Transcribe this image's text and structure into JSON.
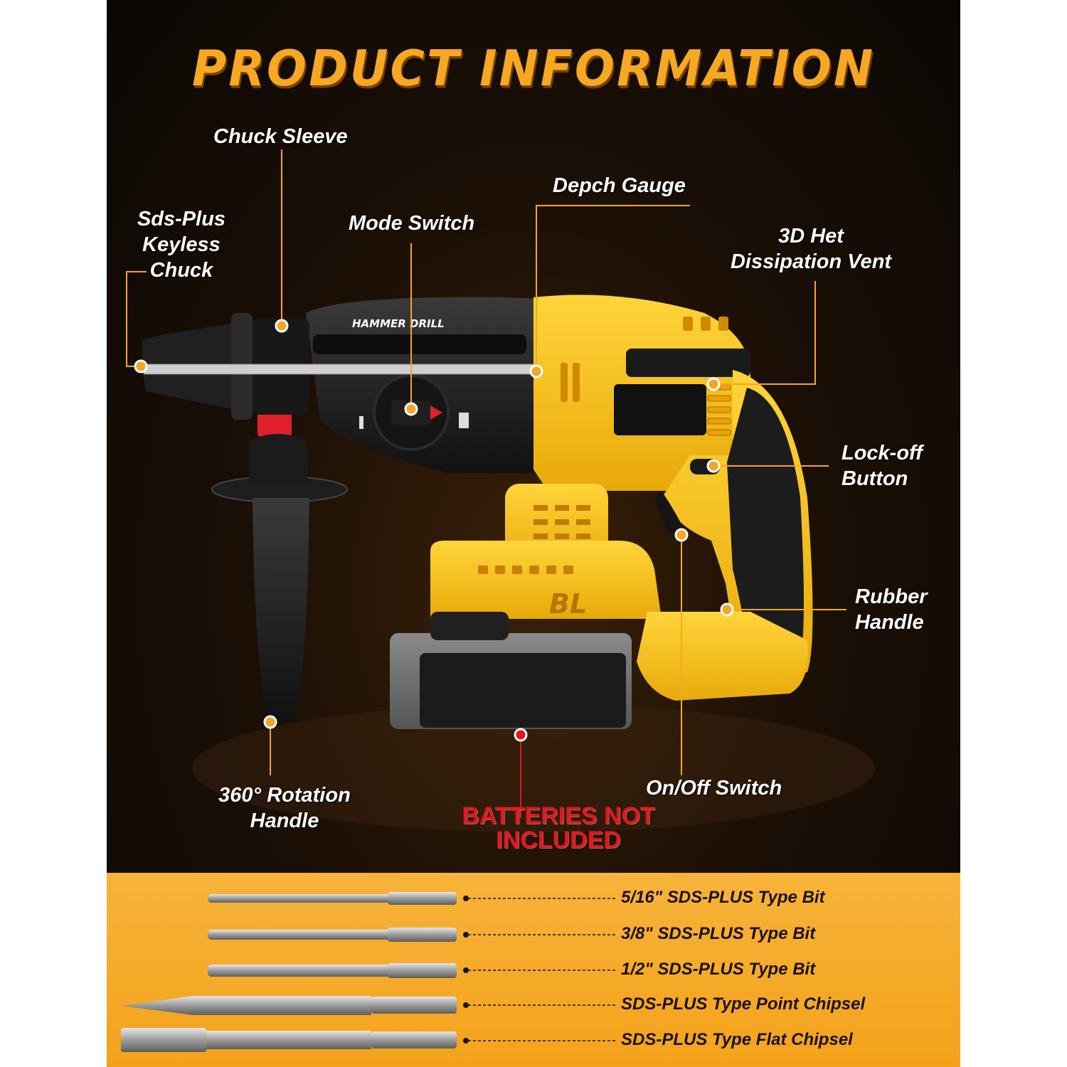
{
  "title": "PRODUCT INFORMATION",
  "callouts": {
    "chuck_sleeve": "Chuck Sleeve",
    "keyless_chuck": "Sds-Plus\nKeyless\nChuck",
    "mode_switch": "Mode Switch",
    "depth_gauge": "Depch Gauge",
    "vent": "3D Het\nDissipation Vent",
    "lock_off": "Lock-off\nButton",
    "rubber_handle": "Rubber\nHandle",
    "rotation_handle": "360° Rotation\nHandle",
    "onoff_switch": "On/Off  Switch"
  },
  "drill_body_text": "HAMMER DRILL",
  "battery_logo": "BL",
  "battery_note": "BATTERIES NOT\nINCLUDED",
  "accessories": [
    {
      "label": "5/16\" SDS-PLUS Type Bit",
      "kind": "bit"
    },
    {
      "label": "3/8\" SDS-PLUS Type Bit",
      "kind": "bit"
    },
    {
      "label": "1/2\" SDS-PLUS Type Bit",
      "kind": "bit"
    },
    {
      "label": "SDS-PLUS Type Point Chipsel",
      "kind": "point-chisel"
    },
    {
      "label": "SDS-PLUS Type Flat Chipsel",
      "kind": "flat-chisel"
    }
  ],
  "colors": {
    "accent": "#f7a823",
    "drill_yellow": "#f2c012",
    "drill_black": "#1a1a1a",
    "warning_red": "#e8141b",
    "marker_dot": "#f5a623"
  }
}
